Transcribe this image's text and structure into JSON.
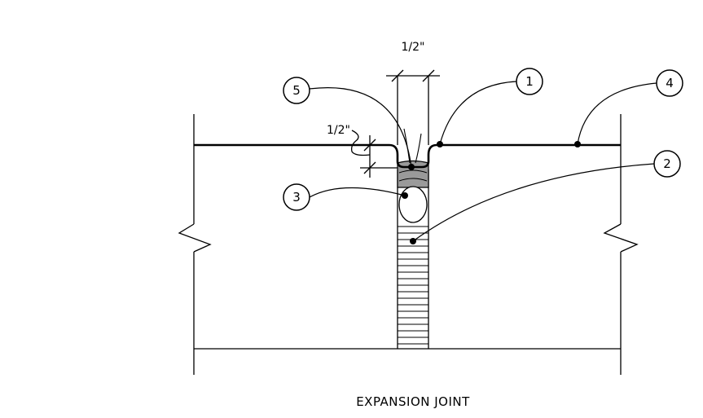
{
  "dimensions": {
    "joint_width": "1/2\"",
    "recess_depth": "1/2\""
  },
  "callouts": [
    "1",
    "2",
    "3",
    "4",
    "5"
  ],
  "title": "EXPANSION JOINT",
  "colors": {
    "line": "#000000",
    "sealant_fill": "#9a9a9a",
    "background": "#ffffff"
  }
}
